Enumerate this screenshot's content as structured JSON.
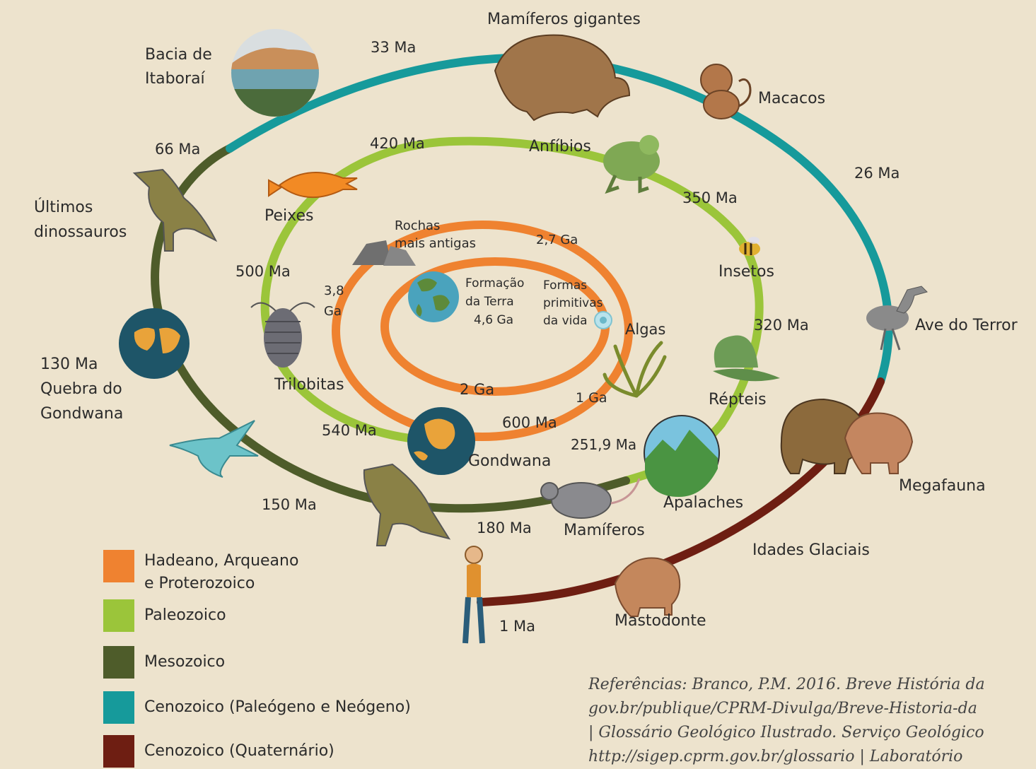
{
  "spiral_labels": {
    "formacao_terra": [
      "Formação",
      "da Terra",
      "4,6 Ga"
    ],
    "formas_primitivas": [
      "Formas",
      "primitivas",
      "da vida"
    ],
    "rochas_antigas": [
      "Rochas",
      "mais antigas"
    ],
    "ga_3_8": [
      "3,8",
      "Ga"
    ],
    "ga_2_7": "2,7 Ga",
    "ga_2": "2 Ga",
    "ga_1": "1 Ga",
    "algas": "Algas",
    "ma_600": "600 Ma",
    "gondwana": "Gondwana",
    "ma_540": "540 Ma",
    "trilobitas": "Trilobitas",
    "ma_500": "500 Ma",
    "peixes": "Peixes",
    "ma_420": "420 Ma",
    "anfibios": "Anfíbios",
    "ma_350": "350 Ma",
    "insetos": "Insetos",
    "ma_320": "320 Ma",
    "repteis": "Répteis",
    "ma_251_9": "251,9 Ma",
    "apalaches": "Apalaches",
    "mamiferos": "Mamíferos",
    "ma_180": "180 Ma",
    "ma_150": "150 Ma",
    "ma_130": "130 Ma",
    "quebra_gondwana": [
      "Quebra do",
      "Gondwana"
    ],
    "ultimos_dinos": [
      "Últimos",
      "dinossauros"
    ],
    "ma_66": "66 Ma",
    "bacia_itaborai": [
      "Bacia de",
      "Itaboraí"
    ],
    "ma_33": "33 Ma",
    "mamiferos_gigantes": "Mamíferos gigantes",
    "macacos": "Macacos",
    "ma_26": "26 Ma",
    "ave_terror": "Ave do Terror",
    "megafauna": "Megafauna",
    "idades_glaciais": "Idades Glaciais",
    "mastodonte": "Mastodonte",
    "ma_1": "1 Ma"
  },
  "legend": [
    {
      "label": [
        "Hadeano, Arqueano",
        "e Proterozoico"
      ],
      "color": "#ef8230"
    },
    {
      "label": [
        "Paleozoico"
      ],
      "color": "#9bc53a"
    },
    {
      "label": [
        "Mesozoico"
      ],
      "color": "#4e5c2a"
    },
    {
      "label": [
        "Cenozoico (Paleógeno e Neógeno)"
      ],
      "color": "#169a9b"
    },
    {
      "label": [
        "Cenozoico (Quaternário)"
      ],
      "color": "#6e1e12"
    }
  ],
  "references": [
    "Referências: Branco, P.M. 2016. Breve História da",
    "gov.br/publique/CPRM-Divulga/Breve-Historia-da",
    "| Glossário Geológico Ilustrado. Serviço Geológico",
    "http://sigep.cprm.gov.br/glossario | Laboratório"
  ],
  "icons": [
    "earth-globe-icon",
    "cell-icon",
    "rocks-icon",
    "algae-icon",
    "trilobite-icon",
    "fish-icon",
    "frog-icon",
    "bee-icon",
    "dimetrodon-icon",
    "mountains-icon",
    "rat-icon",
    "dinosaur-icon",
    "bird-icon",
    "gondwana-globe-icon",
    "landscape-photo-icon",
    "ground-sloth-icon",
    "monkey-icon",
    "terror-bird-icon",
    "megafauna-icon",
    "mastodon-icon",
    "human-icon"
  ]
}
